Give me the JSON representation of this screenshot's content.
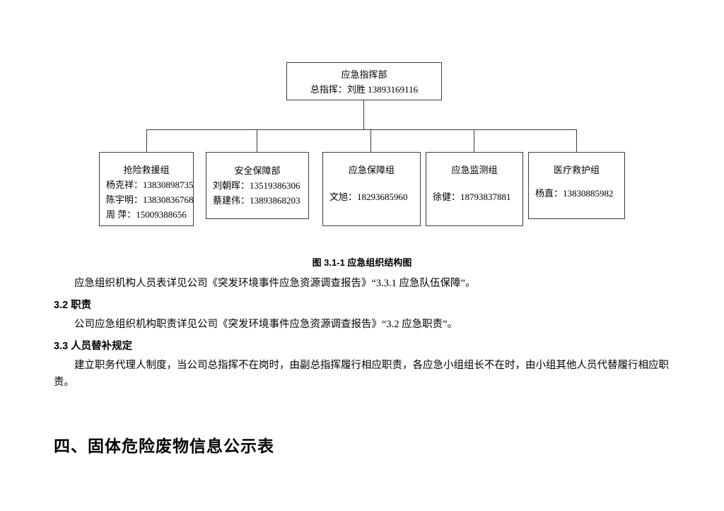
{
  "org_chart": {
    "root": {
      "title": "应急指挥部",
      "subtitle": "总指挥：刘胜  13893169116"
    },
    "children": [
      {
        "title": "抢险救援组",
        "members": [
          "杨克祥：13830898735",
          "陈宇明：13830836768",
          "周 萍：15009388656"
        ]
      },
      {
        "title": "安全保障部",
        "members": [
          "刘朝晖：13519386306",
          "蔡建伟：13893868203"
        ]
      },
      {
        "title": "应急保障组",
        "members": [
          "文旭：18293685960"
        ]
      },
      {
        "title": "应急监测组",
        "members": [
          "徐健：18793837881"
        ]
      },
      {
        "title": "医疗救护组",
        "members": [
          "杨直：13830885982"
        ]
      }
    ],
    "caption": "图 3.1-1  应急组织结构图"
  },
  "body": {
    "para_roster": "应急组织机构人员表详见公司《突发环境事件应急资源调查报告》“3.3.1  应急队伍保障”。",
    "heading_duty": "3.2 职责",
    "para_duty": "公司应急组织机构职责详见公司《突发环境事件应急资源调查报告》“3.2 应急职责”。",
    "heading_substitute": "3.3 人员替补规定",
    "para_substitute": "建立职务代理人制度，当公司总指挥不在岗时，由副总指挥履行相应职责，各应急小组组长不在时，由小组其他人员代替履行相应职责。",
    "heading_section4": "四、固体危险废物信息公示表"
  }
}
